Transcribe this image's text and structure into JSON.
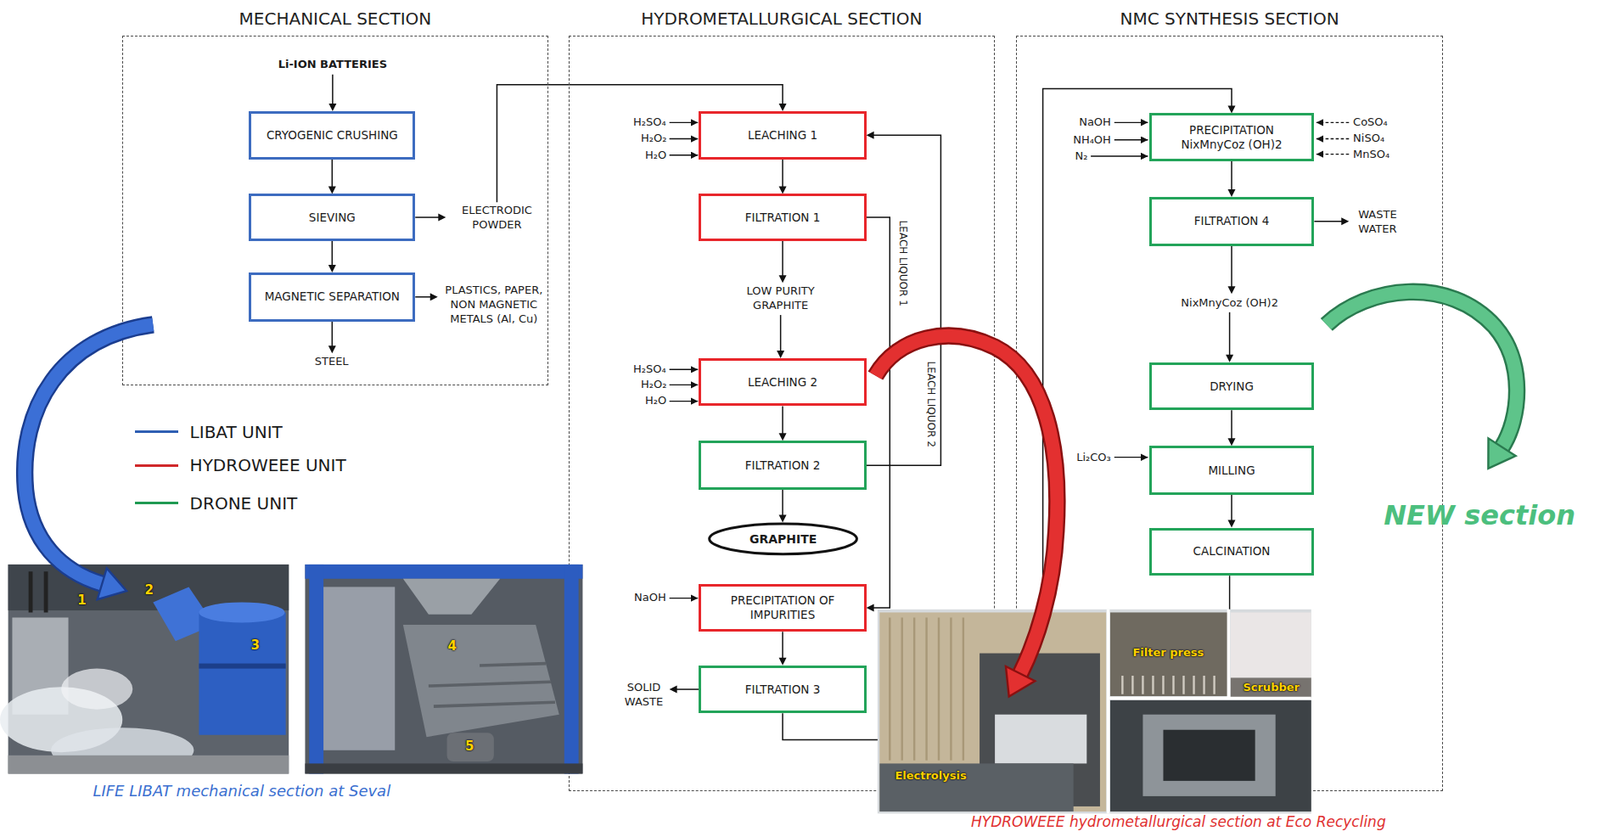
{
  "diagram": {
    "nodes": [
      {
        "text": [
          "MECHANICAL SECTION"
        ]
      },
      {
        "text": [
          "Li-ION BATTERIES"
        ],
        "in": 0
      },
      {
        "text": [
          "CRYOGENIC CRUSHING"
        ],
        "in": 0
      },
      {
        "text": [
          "SIEVING"
        ],
        "in": 0
      },
      {
        "text": [
          "ELECTRODIC POWDER"
        ],
        "in": 0
      },
      {
        "text": [
          "MAGNETIC SEPARATION"
        ],
        "in": 0
      },
      {
        "text": [
          "PLASTICS, PAPER, NON MAGNETIC METALS (Al, Cu)"
        ],
        "in": 0
      },
      {
        "text": [
          "STEEL"
        ],
        "in": 0
      },
      {
        "text": [
          "HYDROMETALLURGICAL SECTION"
        ]
      },
      {
        "text": [
          "LEACHING 1"
        ],
        "in": 8
      },
      {
        "text": [
          "FILTRATION 1"
        ],
        "in": 8
      },
      {
        "text": [
          "LOW PURITY GRAPHITE"
        ],
        "in": 8
      },
      {
        "text": [
          "LEACHING 2"
        ],
        "in": 8
      },
      {
        "text": [
          "FILTRATION 2"
        ],
        "in": 8
      },
      {
        "text": [
          "GRAPHITE"
        ],
        "in": 8
      },
      {
        "text": [
          "PRECIPITATION OF IMPURITIES"
        ],
        "in": 8
      },
      {
        "text": [
          "FILTRATION 3"
        ],
        "in": 8
      },
      {
        "text": [
          "SOLID WASTE"
        ],
        "in": 8
      },
      {
        "text": [
          "NMC SYNTHESIS SECTION"
        ]
      },
      {
        "text": [
          "PRECIPITATION",
          "NixMnyCoz (OH)2"
        ],
        "in": 18
      },
      {
        "text": [
          "FILTRATION 4"
        ],
        "in": 18
      },
      {
        "text": [
          "WASTE WATER"
        ],
        "in": 18
      },
      {
        "text": [
          "NixMnyCoz (OH)2"
        ],
        "in": 18
      },
      {
        "text": [
          "DRYING"
        ],
        "in": 18
      },
      {
        "text": [
          "MILLING"
        ],
        "in": 18
      },
      {
        "text": [
          "CALCINATION"
        ],
        "in": 18
      }
    ],
    "edges": [
      {
        "from": 1,
        "to": 2,
        "arrow": "to"
      },
      {
        "from": 2,
        "to": 3,
        "arrow": "to"
      },
      {
        "from": 3,
        "to": 4,
        "arrow": "to"
      },
      {
        "from": 3,
        "to": 5,
        "arrow": "to"
      },
      {
        "from": 5,
        "to": 6,
        "arrow": "to"
      },
      {
        "from": 5,
        "to": 7,
        "arrow": "to"
      },
      {
        "from": 4,
        "to": 9,
        "arrow": "to"
      },
      {
        "from": 9,
        "to": 10,
        "arrow": "to"
      },
      {
        "from": 10,
        "to": 11,
        "arrow": "to"
      },
      {
        "from": 11,
        "to": 12,
        "arrow": "to"
      },
      {
        "from": 12,
        "to": 13,
        "arrow": "to"
      },
      {
        "from": 13,
        "to": 14,
        "arrow": "to"
      },
      {
        "from": 10,
        "to": 15,
        "arrow": "to",
        "label": "LEACH LIQUOR 1"
      },
      {
        "from": 13,
        "to": 9,
        "arrow": "to",
        "label": "LEACH LIQUOR 2"
      },
      {
        "from": 15,
        "to": 16,
        "arrow": "to"
      },
      {
        "from": 16,
        "to": 17,
        "arrow": "to"
      },
      {
        "from": 16,
        "to": 19,
        "arrow": "to"
      },
      {
        "from": 19,
        "to": 20,
        "arrow": "to"
      },
      {
        "from": 20,
        "to": 21,
        "arrow": "to"
      },
      {
        "from": 20,
        "to": 22,
        "arrow": "to"
      },
      {
        "from": 22,
        "to": 23,
        "arrow": "to"
      },
      {
        "from": 23,
        "to": 24,
        "arrow": "to"
      },
      {
        "from": 24,
        "to": 25,
        "arrow": "to"
      }
    ],
    "labels": [
      "H₂SO₄",
      "H₂O₂",
      "H₂O",
      "H₂SO₄",
      "H₂O₂",
      "H₂O",
      "NaOH",
      "NaOH",
      "NH₄OH",
      "N₂",
      "CoSO₄",
      "NiSO₄",
      "MnSO₄",
      "Li₂CO₃",
      "1",
      "2",
      "3",
      "4",
      "5",
      "Electrolysis",
      "Filter press",
      "Scrubber",
      "LIFE LIBAT mechanical section at Seval",
      "HYDROWEEE hydrometallurgical section at Eco Recycling",
      "NEW section"
    ],
    "legend": [
      {
        "text": "LIBAT UNIT"
      },
      {
        "text": "HYDROWEEE UNIT"
      },
      {
        "text": "DRONE UNIT"
      }
    ]
  }
}
